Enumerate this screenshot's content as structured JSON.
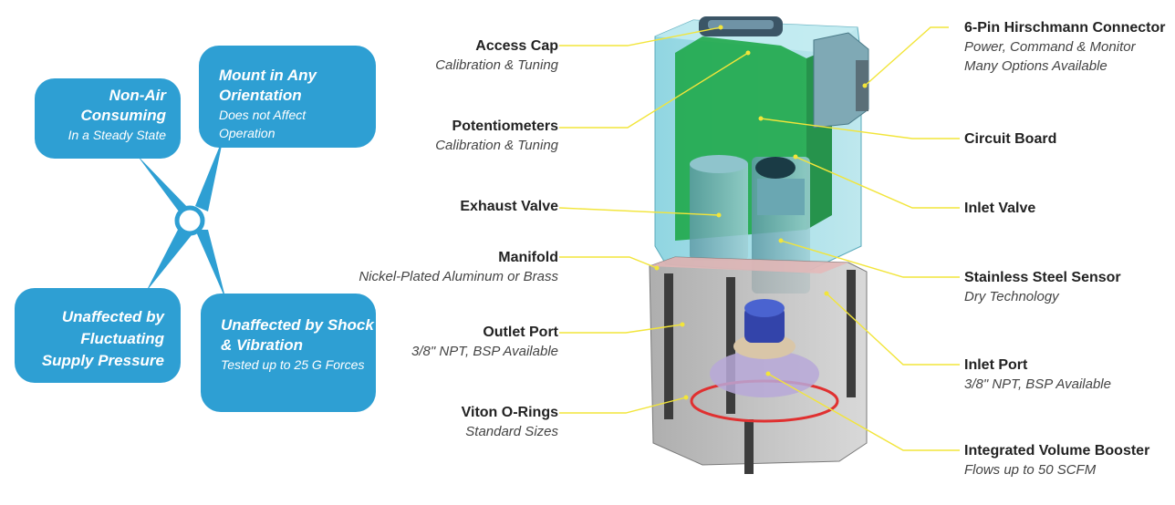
{
  "features": {
    "non_air": {
      "title": "Non-Air Consuming",
      "sub": "In a Steady State"
    },
    "mount": {
      "title": "Mount in Any Orientation",
      "sub": "Does not Affect Operation"
    },
    "fluct": {
      "title": "Unaffected by Fluctuating Supply Pressure",
      "sub": ""
    },
    "shock": {
      "title": "Unaffected by Shock & Vibration",
      "sub": "Tested up to 25 G Forces"
    }
  },
  "callouts_left": [
    {
      "name": "Access Cap",
      "desc": "Calibration & Tuning"
    },
    {
      "name": "Potentiometers",
      "desc": "Calibration & Tuning"
    },
    {
      "name": "Exhaust Valve",
      "desc": ""
    },
    {
      "name": "Manifold",
      "desc": "Nickel-Plated Aluminum or Brass"
    },
    {
      "name": "Outlet Port",
      "desc": "3/8\" NPT, BSP Available"
    },
    {
      "name": "Viton O-Rings",
      "desc": "Standard Sizes"
    }
  ],
  "callouts_right": [
    {
      "name": "6-Pin Hirschmann Connector",
      "desc": "Power, Command & Monitor",
      "desc2": "Many Options Available"
    },
    {
      "name": "Circuit Board",
      "desc": "",
      "desc2": ""
    },
    {
      "name": "Inlet Valve",
      "desc": "",
      "desc2": ""
    },
    {
      "name": "Stainless Steel Sensor",
      "desc": "Dry Technology",
      "desc2": ""
    },
    {
      "name": "Inlet Port",
      "desc": "3/8\" NPT, BSP Available",
      "desc2": ""
    },
    {
      "name": "Integrated Volume Booster",
      "desc": "Flows up to 50 SCFM",
      "desc2": ""
    }
  ],
  "colors": {
    "bubble": "#2e9fd3",
    "leader": "#f2e53a",
    "board": "#1fa84a",
    "housing": "#8fd3de"
  }
}
